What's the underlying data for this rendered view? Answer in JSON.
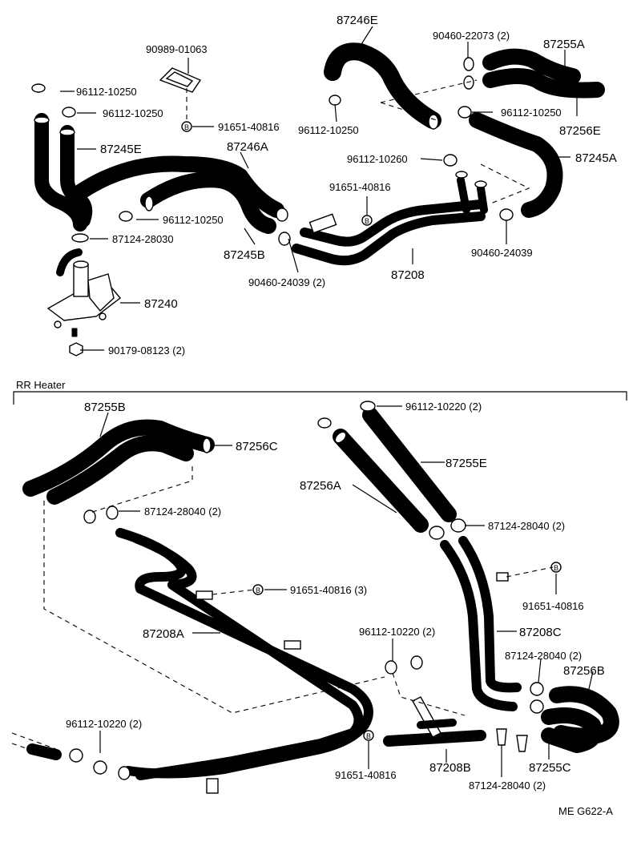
{
  "section_header": "RR  Heater",
  "footer_code": "ME  G622-A",
  "bolt_symbol": "B",
  "labels": {
    "l_87246E": "87246E",
    "l_90460_22073": "90460-22073 (2)",
    "l_87255A": "87255A",
    "l_90989_01063": "90989-01063",
    "l_96112_10250_a": "96112-10250",
    "l_96112_10250_b": "96112-10250",
    "l_91651_40816_a": "91651-40816",
    "l_96112_10250_c": "96112-10250",
    "l_96112_10250_d": "96112-10250",
    "l_87256E": "87256E",
    "l_87245E": "87245E",
    "l_87246A": "87246A",
    "l_96112_10260": "96112-10260",
    "l_87245A": "87245A",
    "l_91651_40816_b": "91651-40816",
    "l_96112_10250_e": "96112-10250",
    "l_87124_28030": "87124-28030",
    "l_87245B": "87245B",
    "l_90460_24039_a": "90460-24039",
    "l_90460_24039_b": "90460-24039 (2)",
    "l_87208": "87208",
    "l_87240": "87240",
    "l_90179_08123": "90179-08123 (2)",
    "l_87255B": "87255B",
    "l_96112_10220_a": "96112-10220 (2)",
    "l_87256C": "87256C",
    "l_87255E": "87255E",
    "l_87256A": "87256A",
    "l_87124_28040_a": "87124-28040 (2)",
    "l_87124_28040_b": "87124-28040 (2)",
    "l_91651_40816_c": "91651-40816 (3)",
    "l_91651_40816_d": "91651-40816",
    "l_87208A": "87208A",
    "l_96112_10220_b": "96112-10220 (2)",
    "l_87208C": "87208C",
    "l_87124_28040_c": "87124-28040 (2)",
    "l_87256B": "87256B",
    "l_96112_10220_c": "96112-10220 (2)",
    "l_91651_40816_e": "91651-40816",
    "l_87208B": "87208B",
    "l_87124_28040_d": "87124-28040 (2)",
    "l_87255C": "87255C"
  }
}
